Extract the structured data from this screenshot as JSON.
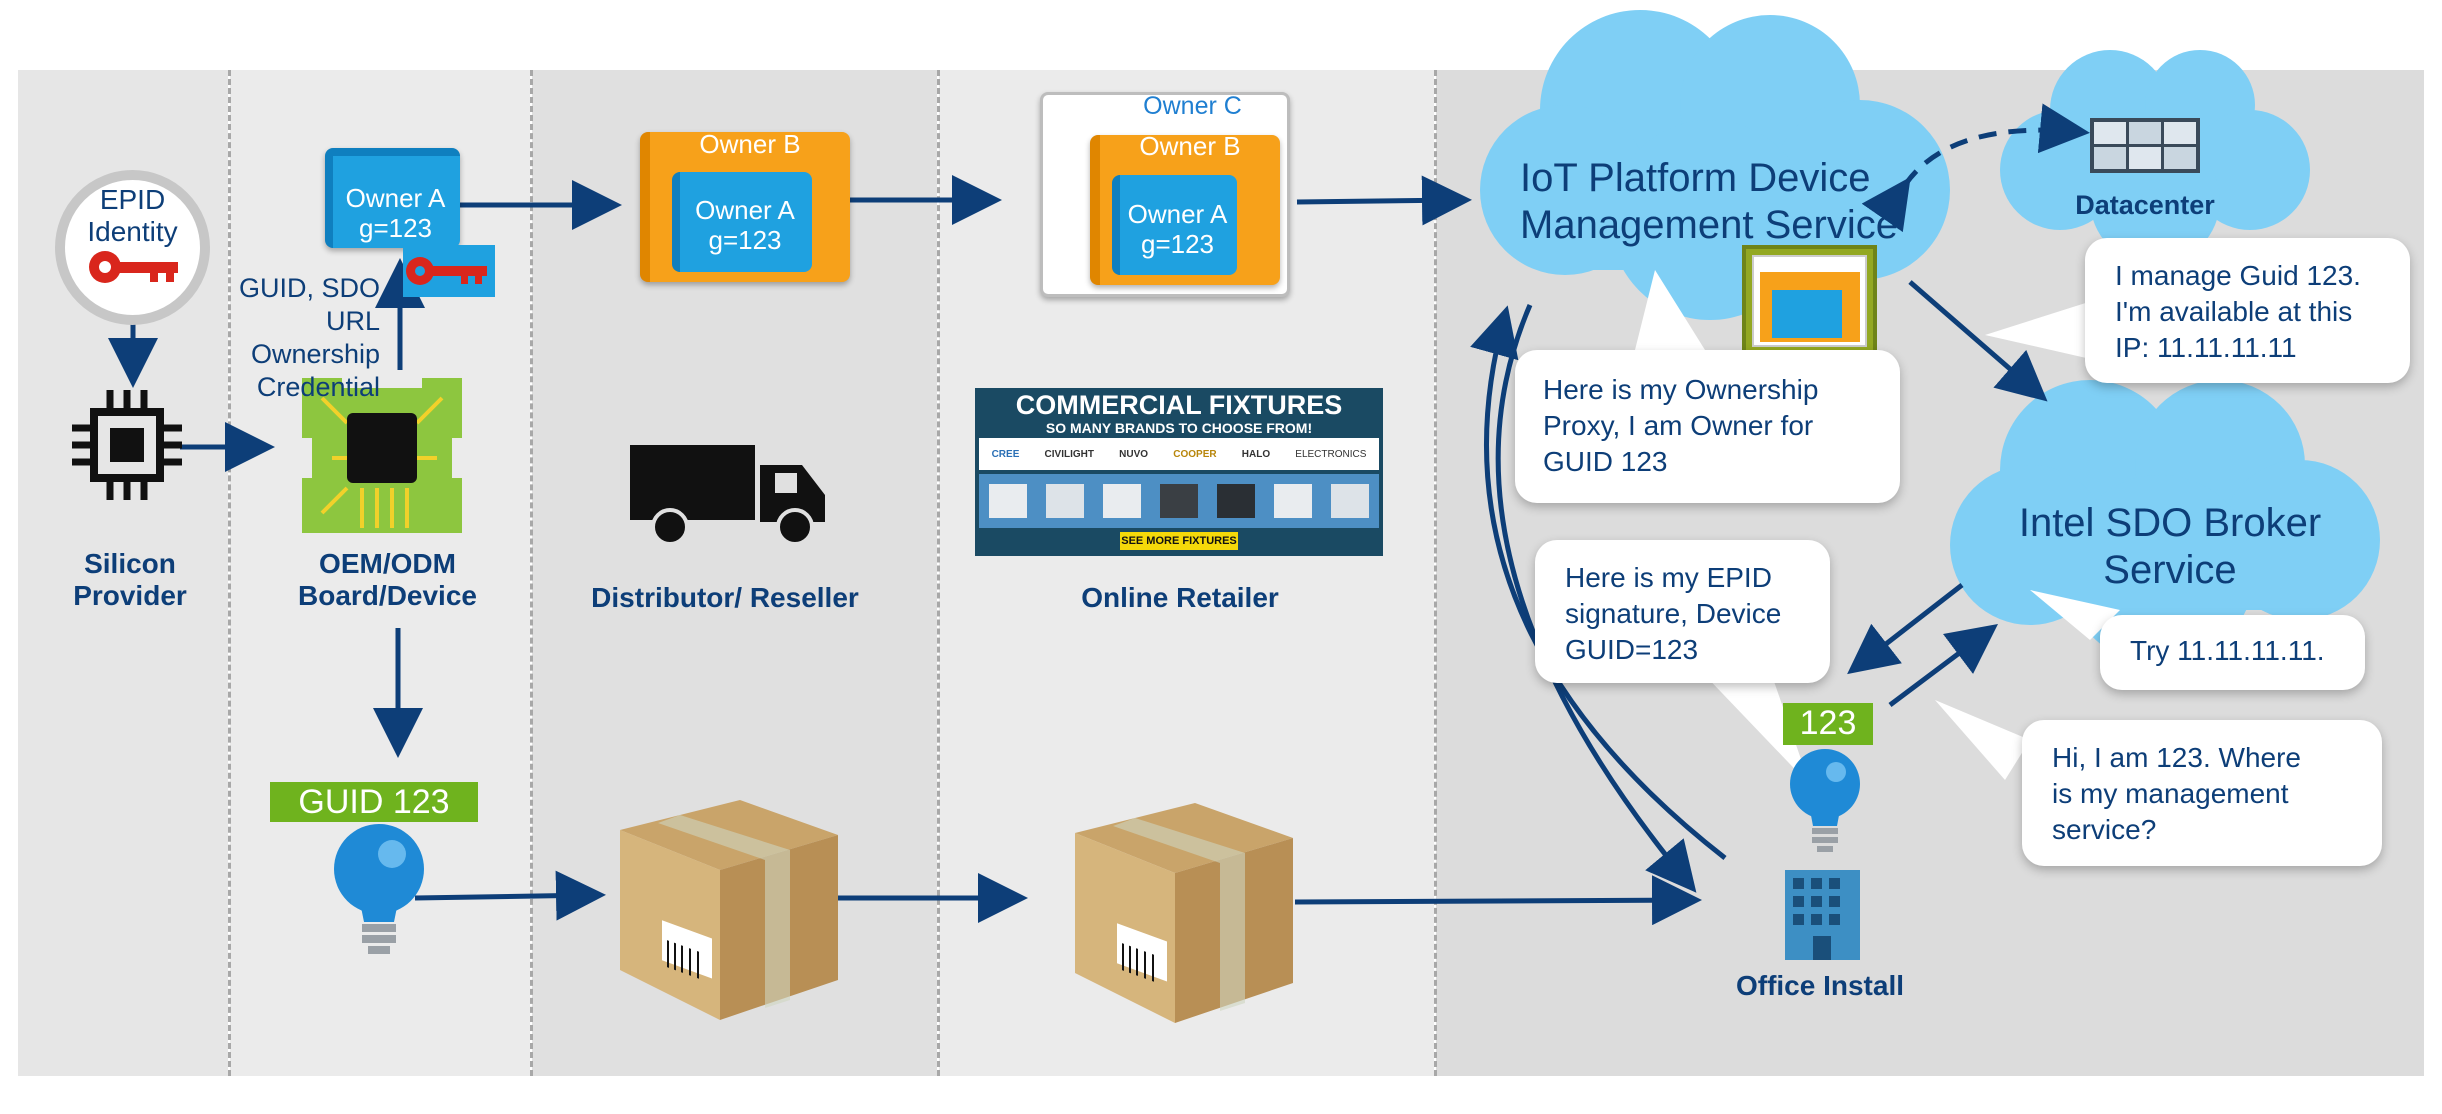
{
  "colors": {
    "background_band": "#e6e6e6",
    "divider": "#aaaaaa",
    "text_blue": "#0d3e78",
    "scroll_blue": "#1fa1e0",
    "scroll_orange": "#f7a11a",
    "guid_green": "#6fb31e",
    "cloud": "#7fcff5",
    "key_red": "#d9261c",
    "arrow": "#0d3e78"
  },
  "stages": {
    "silicon": "Silicon\nProvider",
    "oem": "OEM/ODM\nBoard/Device",
    "distributor": "Distributor/ Reseller",
    "retailer": "Online Retailer",
    "install": "Office Install"
  },
  "epid_identity": "EPID\nIdentity",
  "credential_label": "GUID, SDO URL\nOwnership\nCredential",
  "scrolls": {
    "owner_a": "Owner A",
    "guid": "g=123",
    "owner_b": "Owner B",
    "owner_c": "Owner C"
  },
  "guid_tag": "GUID 123",
  "device_tag": "123",
  "banner": {
    "title": "COMMERCIAL FIXTURES",
    "subtitle": "SO MANY BRANDS TO CHOOSE FROM!",
    "brands": [
      "CREE",
      "CIVILIGHT",
      "NUVO",
      "COOPER",
      "HALO",
      "ELECTRONICS"
    ],
    "cta": "SEE MORE FIXTURES"
  },
  "clouds": {
    "iot_platform": "IoT Platform Device\nManagement Service",
    "datacenter": "Datacenter",
    "broker": "Intel SDO Broker\nService"
  },
  "bubbles": {
    "ownership_proxy": "Here is my Ownership\nProxy, I am Owner for\nGUID 123",
    "manage_guid": "I manage Guid 123.\nI'm available at this\nIP: 11.11.11.11",
    "epid_signature": "Here is my EPID\nsignature, Device\nGUID=123",
    "try_ip": "Try 11.11.11.11.",
    "hi_123": "Hi, I am 123. Where\nis my management\nservice?"
  }
}
